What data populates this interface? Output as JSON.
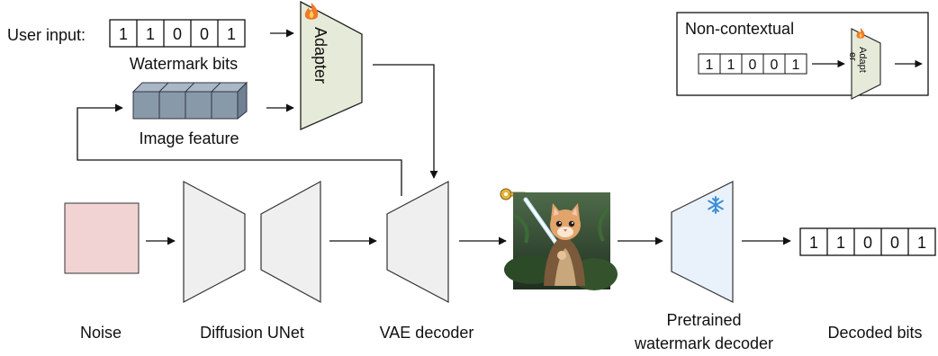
{
  "user_input_label": "User input:",
  "watermark_bits": [
    "1",
    "1",
    "0",
    "0",
    "1"
  ],
  "watermark_bits_label": "Watermark bits",
  "image_feature_label": "Image feature",
  "adapter_label": "Adapter",
  "non_contextual": {
    "title": "Non-contextual",
    "bits": [
      "1",
      "1",
      "0",
      "0",
      "1"
    ],
    "adapter_label_line1": "Adapt",
    "adapter_label_line2": "er"
  },
  "noise_label": "Noise",
  "diffusion_label": "Diffusion UNet",
  "vae_label": "VAE decoder",
  "pretrained_label_line1": "Pretrained",
  "pretrained_label_line2": "watermark decoder",
  "decoded_bits": [
    "1",
    "1",
    "0",
    "0",
    "1"
  ],
  "decoded_label": "Decoded bits",
  "colors": {
    "noise_fill": "#f2d3d3",
    "unet_fill": "#efefef",
    "adapter_fill": "#e6ead8",
    "detector_fill": "#e9f1fa",
    "feature_fill": "#8899aa",
    "key": "#e5b53a",
    "flame": "#f07a2a",
    "snowflake": "#3b8fd8"
  },
  "icons": {
    "trainable": "flame-icon",
    "frozen": "snowflake-icon",
    "secret": "key-icon"
  }
}
